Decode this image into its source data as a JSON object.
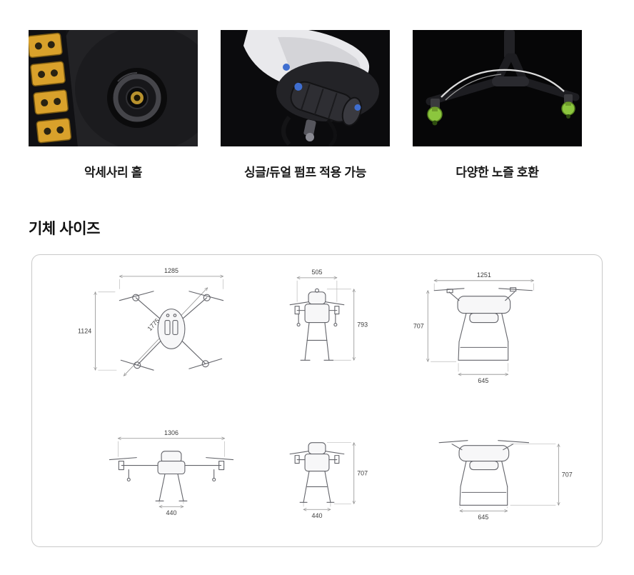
{
  "features": [
    {
      "id": "accessory-hole",
      "caption": "악세사리 홀"
    },
    {
      "id": "pump",
      "caption": "싱글/듀얼 펌프 적용 가능"
    },
    {
      "id": "nozzle",
      "caption": "다양한 노즐 호환"
    }
  ],
  "size_section": {
    "title": "기체 사이즈",
    "views": [
      {
        "id": "top-view",
        "dims": {
          "width": "1285",
          "height": "1124",
          "diagonal": "1775"
        }
      },
      {
        "id": "front-compact-view",
        "dims": {
          "width": "505",
          "height": "793"
        }
      },
      {
        "id": "side-view",
        "dims": {
          "width": "1251",
          "height": "707",
          "base": "645"
        }
      },
      {
        "id": "front-wide-view",
        "dims": {
          "width": "1306",
          "base": "440"
        }
      },
      {
        "id": "rear-view",
        "dims": {
          "height": "707",
          "base": "440"
        }
      },
      {
        "id": "side-folded-view",
        "dims": {
          "height": "707",
          "base": "645"
        }
      }
    ]
  },
  "colors": {
    "connector_yellow": "#d9a12b",
    "nozzle_green": "#8cc63e",
    "pump_blue": "#3f6ed0",
    "box_border": "#c9c9c9",
    "dimension_text": "#3c3c3c",
    "photo_background": "#121214"
  }
}
